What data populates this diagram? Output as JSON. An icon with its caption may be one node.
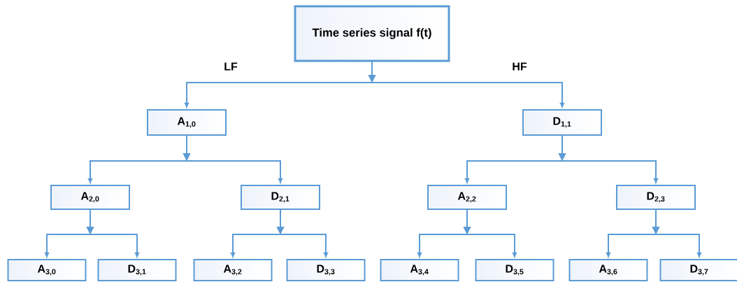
{
  "diagram": {
    "nodes": [
      {
        "text": [
          "Time series signal f(t)"
        ]
      },
      {
        "text": [
          "A$_{1,0}$"
        ]
      },
      {
        "text": [
          "D$_{1,1}$"
        ]
      },
      {
        "text": [
          "A$_{2,0}$"
        ]
      },
      {
        "text": [
          "D$_{2,1}$"
        ]
      },
      {
        "text": [
          "A$_{2,2}$"
        ]
      },
      {
        "text": [
          "D$_{2,3}$"
        ]
      },
      {
        "text": [
          "A$_{3,0}$"
        ]
      },
      {
        "text": [
          "D$_{3,1}$"
        ]
      },
      {
        "text": [
          "A$_{3,2}$"
        ]
      },
      {
        "text": [
          "D$_{3,3}$"
        ]
      },
      {
        "text": [
          "A$_{3,4}$"
        ]
      },
      {
        "text": [
          "D$_{3,5}$"
        ]
      },
      {
        "text": [
          "A$_{3,6}$"
        ]
      },
      {
        "text": [
          "D$_{3,7}$"
        ]
      }
    ],
    "edges": [
      {
        "from": 0,
        "to": 1,
        "arrow": "to"
      },
      {
        "from": 0,
        "to": 2,
        "arrow": "to"
      },
      {
        "from": 1,
        "to": 3,
        "arrow": "to"
      },
      {
        "from": 1,
        "to": 4,
        "arrow": "to"
      },
      {
        "from": 2,
        "to": 5,
        "arrow": "to"
      },
      {
        "from": 2,
        "to": 6,
        "arrow": "to"
      },
      {
        "from": 3,
        "to": 7,
        "arrow": "to"
      },
      {
        "from": 3,
        "to": 8,
        "arrow": "to"
      },
      {
        "from": 4,
        "to": 9,
        "arrow": "to"
      },
      {
        "from": 4,
        "to": 10,
        "arrow": "to"
      },
      {
        "from": 5,
        "to": 11,
        "arrow": "to"
      },
      {
        "from": 5,
        "to": 12,
        "arrow": "to"
      },
      {
        "from": 6,
        "to": 13,
        "arrow": "to"
      },
      {
        "from": 6,
        "to": 14,
        "arrow": "to"
      }
    ],
    "labels": [
      "LF",
      "HF"
    ]
  }
}
